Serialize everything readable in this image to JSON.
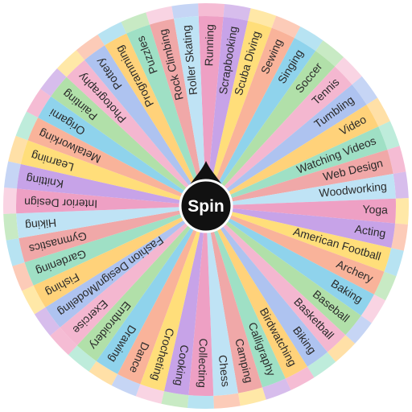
{
  "wheel": {
    "spin_label": "Spin",
    "ring_colors": [
      "#f2a6c6",
      "#c9a7e6",
      "#ffe08a",
      "#fbb9a0",
      "#9fd9ee",
      "#b6e3b0",
      "#f7c6d9",
      "#b3c7f2",
      "#ffd58a",
      "#a8e6cf"
    ],
    "segment_colors": [
      "#eea0c4",
      "#c7a3e8",
      "#ffde7a",
      "#f9b39a",
      "#8fd3ec",
      "#b1e0a9",
      "#f4b7d0",
      "#aec3f0",
      "#ffd27a",
      "#9fe0c5",
      "#f0a8a8",
      "#bfe3f5"
    ],
    "pointer_color": "#111111",
    "segments": [
      "Running",
      "Scrapbooking",
      "Scuba Diving",
      "Sewing",
      "Singing",
      "Soccer",
      "Tennis",
      "Tumbling",
      "Video",
      "Watching Videos",
      "Web Design",
      "Woodworking",
      "Yoga",
      "Acting",
      "American Football",
      "Archery",
      "Baking",
      "Baseball",
      "Basketball",
      "Biking",
      "Birdwatching",
      "Calligraphy",
      "Camping",
      "Chess",
      "Collecting",
      "Cooking",
      "Crocheting",
      "Dance",
      "Drawing",
      "Embroidery",
      "Exercise",
      "Fashion Design/Modeling",
      "Fishing",
      "Gardening",
      "Gymnastics",
      "Hiking",
      "Interior Design",
      "Knitting",
      "Learning",
      "Metalworking",
      "Origami",
      "Painting",
      "Photography",
      "Pottery",
      "Programming",
      "Puzzles",
      "Rock Climbing",
      "Roller Skating"
    ]
  }
}
